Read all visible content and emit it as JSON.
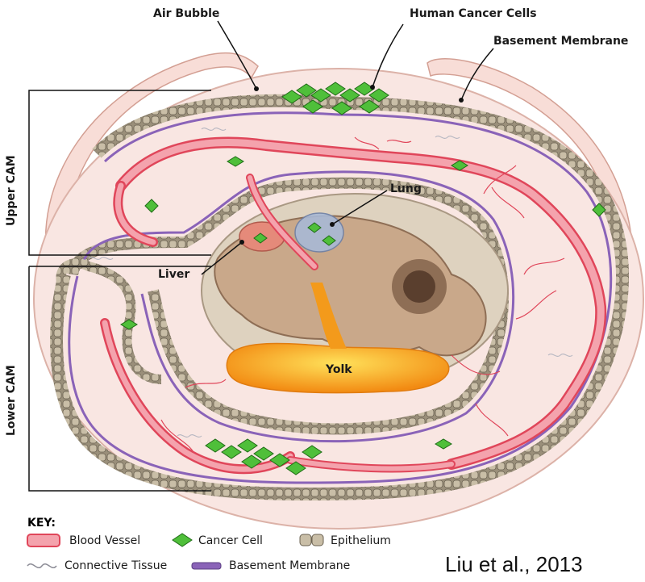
{
  "labels": {
    "air_bubble": "Air Bubble",
    "human_cancer_cells": "Human Cancer Cells",
    "basement_membrane": "Basement Membrane",
    "upper_cam": "Upper CAM",
    "lower_cam": "Lower CAM",
    "lung": "Lung",
    "liver": "Liver",
    "yolk": "Yolk"
  },
  "key": {
    "title": "KEY:",
    "items": [
      {
        "label": "Blood Vessel",
        "icon": "blood-vessel-icon"
      },
      {
        "label": "Cancer Cell",
        "icon": "cancer-cell-icon"
      },
      {
        "label": "Epithelium",
        "icon": "epithelium-icon"
      },
      {
        "label": "Connective Tissue",
        "icon": "connective-tissue-icon"
      },
      {
        "label": "Basement Membrane",
        "icon": "basement-membrane-icon"
      }
    ]
  },
  "citation": "Liu et al., 2013",
  "colors": {
    "blood_vessel": "#f4a3ad",
    "blood_vessel_edge": "#e0465a",
    "cancer_cell": "#4fbf3a",
    "epithelium": "#b7ab93",
    "basement_membrane": "#8a63b8",
    "tissue_bg": "#fbe3df",
    "embryo": "#c9a88a",
    "yolk": "#f7a21b"
  }
}
